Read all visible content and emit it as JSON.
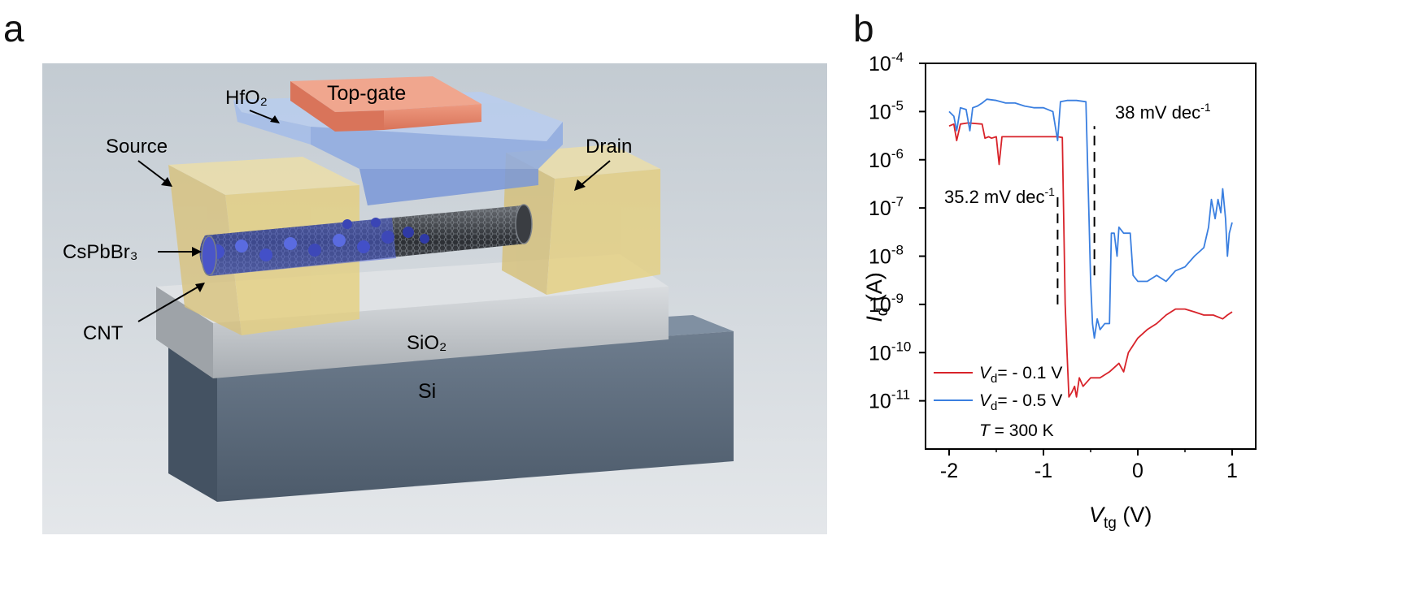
{
  "panel_a": {
    "letter": "a",
    "labels": {
      "hfo2": "HfO₂",
      "top_gate": "Top-gate",
      "source": "Source",
      "drain": "Drain",
      "cspbbr3": "CsPbBr₃",
      "cnt": "CNT",
      "sio2": "SiO₂",
      "si": "Si"
    },
    "colors": {
      "background": "#cfd6db",
      "top_gate": "#e8876a",
      "hfo2": "#9db8e6",
      "electrode": "#e4cf7a",
      "sio2": "#c8ccd0",
      "si": "#5d6e80",
      "cnt": "#2b2e33",
      "cspbbr3": "#4d5fd6"
    }
  },
  "panel_b": {
    "letter": "b",
    "annotations": {
      "ss_left": "35.2 mV dec",
      "ss_left_sup": "-1",
      "ss_right": "38 mV dec",
      "ss_right_sup": "-1",
      "temp_var": "T",
      "temp_value": " = 300 K"
    }
  },
  "chart_data": {
    "type": "line",
    "xlabel": {
      "main": "V",
      "sub": "tg",
      "unit": " (V)"
    },
    "ylabel": {
      "main": "I",
      "sub": "d",
      "unit": " (A)"
    },
    "xlim": [
      -2.25,
      1.25
    ],
    "ylim": [
      1e-12,
      0.0001
    ],
    "log_y": true,
    "xticks": [
      -2,
      -1,
      0,
      1
    ],
    "xtick_labels": [
      "-2",
      "-1",
      "0",
      "1"
    ],
    "yticks_exp": [
      -11,
      -10,
      -9,
      -8,
      -7,
      -6,
      -5,
      -4
    ],
    "ytick_base": "10",
    "ytick_labels": [
      "-11",
      "-10",
      "-9",
      "-8",
      "-7",
      "-6",
      "-5",
      "-4"
    ],
    "legend_position": "bottom-left",
    "series": [
      {
        "name_var": "V",
        "name_sub": "d",
        "name_rest": "= - 0.1 V",
        "color": "#d8232a",
        "points": [
          [
            -2.0,
            5e-06
          ],
          [
            -1.95,
            5.5e-06
          ],
          [
            -1.92,
            2.5e-06
          ],
          [
            -1.88,
            5.5e-06
          ],
          [
            -1.8,
            5.8e-06
          ],
          [
            -1.65,
            5.5e-06
          ],
          [
            -1.62,
            2.8e-06
          ],
          [
            -1.58,
            3e-06
          ],
          [
            -1.55,
            2.8e-06
          ],
          [
            -1.5,
            3e-06
          ],
          [
            -1.47,
            8e-07
          ],
          [
            -1.44,
            3e-06
          ],
          [
            -1.3,
            3e-06
          ],
          [
            -1.1,
            3e-06
          ],
          [
            -0.9,
            3e-06
          ],
          [
            -0.85,
            3e-06
          ],
          [
            -0.8,
            2.9e-06
          ],
          [
            -0.77,
            1e-09
          ],
          [
            -0.75,
            1e-10
          ],
          [
            -0.73,
            1.2e-11
          ],
          [
            -0.7,
            1.5e-11
          ],
          [
            -0.67,
            2e-11
          ],
          [
            -0.65,
            1.2e-11
          ],
          [
            -0.62,
            3e-11
          ],
          [
            -0.58,
            2e-11
          ],
          [
            -0.5,
            3e-11
          ],
          [
            -0.4,
            3e-11
          ],
          [
            -0.3,
            4e-11
          ],
          [
            -0.2,
            6e-11
          ],
          [
            -0.15,
            4e-11
          ],
          [
            -0.1,
            1e-10
          ],
          [
            0.0,
            2e-10
          ],
          [
            0.1,
            3e-10
          ],
          [
            0.2,
            4e-10
          ],
          [
            0.3,
            6e-10
          ],
          [
            0.4,
            8e-10
          ],
          [
            0.5,
            8e-10
          ],
          [
            0.6,
            7e-10
          ],
          [
            0.7,
            6e-10
          ],
          [
            0.8,
            6e-10
          ],
          [
            0.9,
            5e-10
          ],
          [
            0.95,
            6e-10
          ],
          [
            1.0,
            7e-10
          ]
        ]
      },
      {
        "name_var": "V",
        "name_sub": "d",
        "name_rest": "= - 0.5 V",
        "color": "#3a7fe0",
        "points": [
          [
            -2.0,
            1e-05
          ],
          [
            -1.95,
            8e-06
          ],
          [
            -1.92,
            4e-06
          ],
          [
            -1.88,
            1.2e-05
          ],
          [
            -1.82,
            1.1e-05
          ],
          [
            -1.78,
            4e-06
          ],
          [
            -1.75,
            1.2e-05
          ],
          [
            -1.7,
            1.3e-05
          ],
          [
            -1.65,
            1.5e-05
          ],
          [
            -1.6,
            1.8e-05
          ],
          [
            -1.5,
            1.7e-05
          ],
          [
            -1.4,
            1.5e-05
          ],
          [
            -1.3,
            1.5e-05
          ],
          [
            -1.2,
            1.3e-05
          ],
          [
            -1.1,
            1.2e-05
          ],
          [
            -1.0,
            1.2e-05
          ],
          [
            -0.9,
            1e-05
          ],
          [
            -0.85,
            2.5e-06
          ],
          [
            -0.82,
            1.6e-05
          ],
          [
            -0.75,
            1.7e-05
          ],
          [
            -0.65,
            1.7e-05
          ],
          [
            -0.55,
            1.6e-05
          ],
          [
            -0.52,
            1e-07
          ],
          [
            -0.5,
            3e-09
          ],
          [
            -0.48,
            4e-10
          ],
          [
            -0.46,
            2e-10
          ],
          [
            -0.43,
            5e-10
          ],
          [
            -0.4,
            3e-10
          ],
          [
            -0.35,
            4e-10
          ],
          [
            -0.3,
            4e-10
          ],
          [
            -0.28,
            3e-08
          ],
          [
            -0.25,
            3e-08
          ],
          [
            -0.22,
            1e-08
          ],
          [
            -0.2,
            4e-08
          ],
          [
            -0.15,
            3e-08
          ],
          [
            -0.12,
            3e-08
          ],
          [
            -0.08,
            3e-08
          ],
          [
            -0.05,
            4e-09
          ],
          [
            0.0,
            3e-09
          ],
          [
            0.1,
            3e-09
          ],
          [
            0.2,
            4e-09
          ],
          [
            0.3,
            3e-09
          ],
          [
            0.4,
            5e-09
          ],
          [
            0.5,
            6e-09
          ],
          [
            0.6,
            1e-08
          ],
          [
            0.7,
            1.5e-08
          ],
          [
            0.75,
            4e-08
          ],
          [
            0.78,
            1.5e-07
          ],
          [
            0.82,
            6e-08
          ],
          [
            0.85,
            1.5e-07
          ],
          [
            0.88,
            8e-08
          ],
          [
            0.9,
            2.5e-07
          ],
          [
            0.93,
            6e-08
          ],
          [
            0.95,
            1e-08
          ],
          [
            0.97,
            3e-08
          ],
          [
            1.0,
            5e-08
          ]
        ]
      }
    ],
    "dashed_markers": [
      {
        "x": -0.85,
        "y_from": 1e-09,
        "y_to": 2e-07
      },
      {
        "x": -0.46,
        "y_from": 4e-09,
        "y_to": 5e-06
      }
    ]
  }
}
